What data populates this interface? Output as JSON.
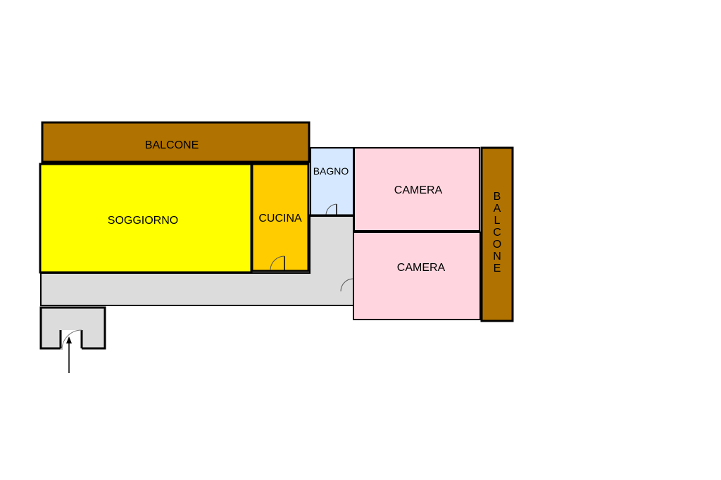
{
  "floorplan": {
    "rooms": {
      "balcone_top": {
        "label": "BALCONE",
        "fill": "#b07200"
      },
      "soggiorno": {
        "label": "SOGGIORNO",
        "fill": "#ffff00"
      },
      "cucina": {
        "label": "CUCINA",
        "fill": "#ffcc00"
      },
      "bagno": {
        "label": "BAGNO",
        "fill": "#d6e8ff"
      },
      "camera_top": {
        "label": "CAMERA",
        "fill": "#ffd6e0"
      },
      "camera_bottom": {
        "label": "CAMERA",
        "fill": "#ffd6e0"
      },
      "balcone_right": {
        "label": "BALCONE",
        "letters": [
          "B",
          "A",
          "L",
          "C",
          "O",
          "N",
          "E"
        ],
        "fill": "#b07200"
      },
      "corridor": {
        "fill": "#dcdcdc"
      },
      "entrance": {
        "fill": "#dcdcdc"
      }
    },
    "wall_color": "#000000"
  }
}
